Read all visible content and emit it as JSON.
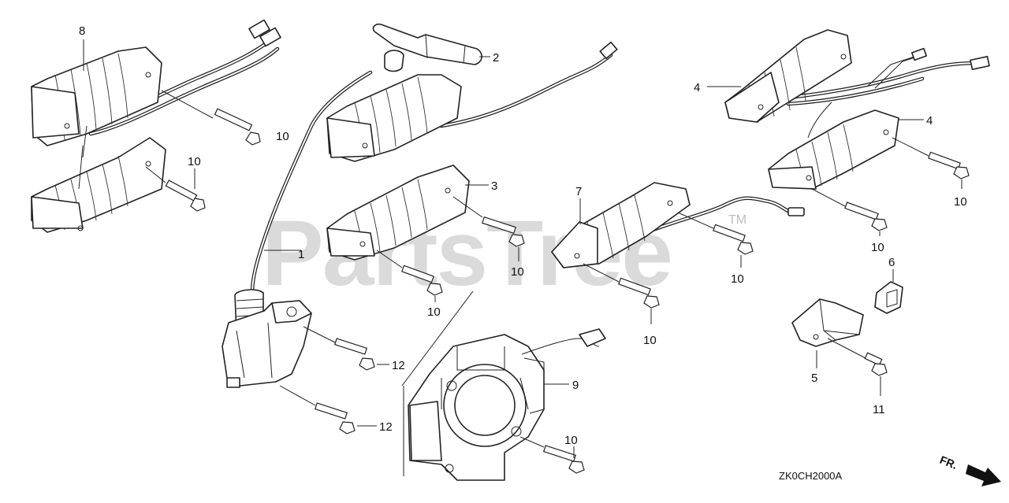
{
  "watermark": {
    "text": "PartsTree",
    "trademark": "TM"
  },
  "diagram_code": "ZK0CH2000A",
  "front_indicator": "FR.",
  "callouts": {
    "c8": "8",
    "c2": "2",
    "c4a": "4",
    "c4b": "4",
    "c10_wire_left": "10",
    "c10_left": "10",
    "c3": "3",
    "c7": "7",
    "c1": "1",
    "c10_center": "10",
    "c10_mid": "10",
    "c10_right_lower": "10",
    "c10_right": "10",
    "c10_far_right": "10",
    "c10_coil7": "10",
    "c6": "6",
    "c5": "5",
    "c11": "11",
    "c12_top": "12",
    "c12_bottom": "12",
    "c9": "9",
    "c10_bottom": "10"
  }
}
